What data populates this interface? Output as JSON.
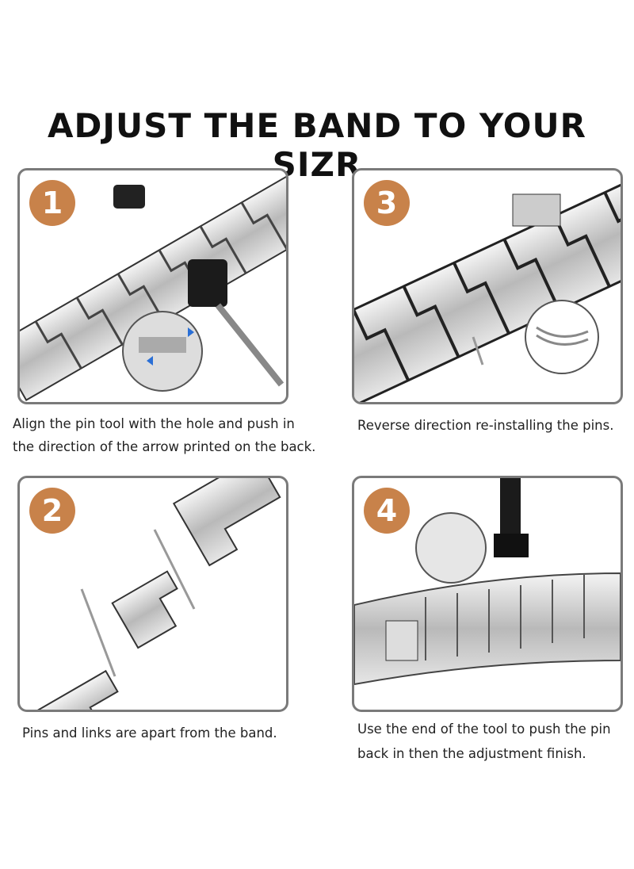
{
  "title": "ADJUST THE BAND TO YOUR SIZR",
  "steps": [
    {
      "number": "1",
      "caption_lines": [
        "Align the pin tool with the hole and push in",
        "the direction of the arrow printed on the back."
      ]
    },
    {
      "number": "2",
      "caption_lines": [
        "Pins and links are apart from the band."
      ]
    },
    {
      "number": "3",
      "caption_lines": [
        "Reverse direction re-installing the pins."
      ]
    },
    {
      "number": "4",
      "caption_lines": [
        "Use the end of the tool to push the pin",
        "back in then the adjustment finish."
      ]
    }
  ],
  "colors": {
    "badge": "#c8824a",
    "border": "#7a7a7a"
  }
}
